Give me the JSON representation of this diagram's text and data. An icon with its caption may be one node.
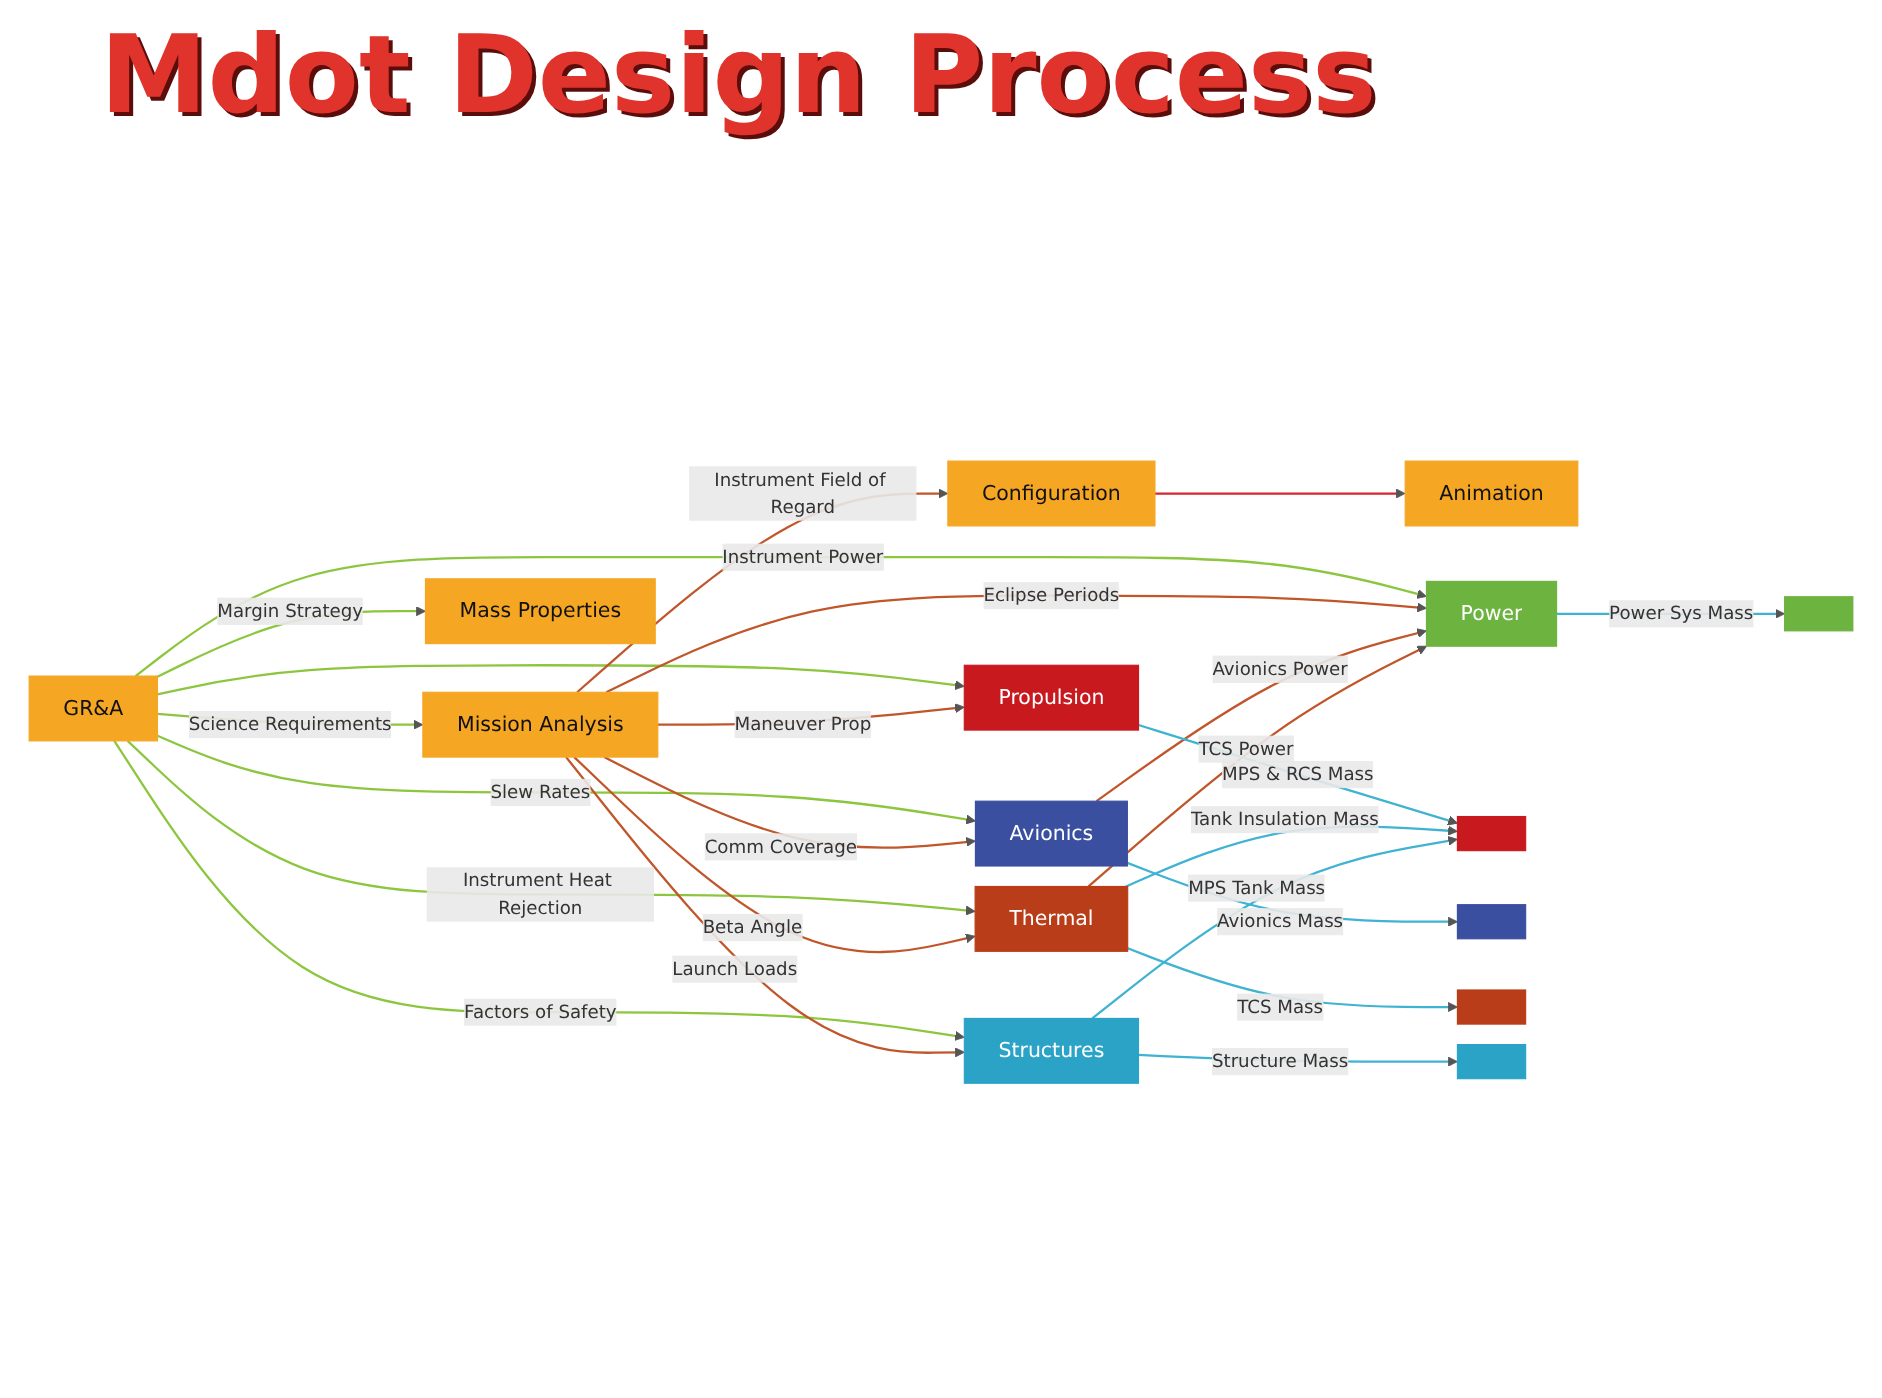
{
  "diagram": {
    "title": "Mdot Design Process",
    "nodes": [
      {
        "text": [
          "GR&A"
        ]
      },
      {
        "text": [
          "Mission Analysis"
        ]
      },
      {
        "text": [
          "Configuration"
        ]
      },
      {
        "text": [
          "Animation"
        ]
      },
      {
        "text": [
          "Propulsion"
        ]
      },
      {
        "text": [
          "Avionics"
        ]
      },
      {
        "text": [
          "Power"
        ]
      },
      {
        "text": [
          "Thermal"
        ]
      },
      {
        "text": [
          "Structures"
        ]
      },
      {
        "text": [
          "Mass Properties"
        ]
      },
      {
        "text": [],
        "shape": "box"
      },
      {
        "text": [],
        "shape": "box"
      },
      {
        "text": [],
        "shape": "box"
      },
      {
        "text": [],
        "shape": "box"
      },
      {
        "text": [],
        "shape": "box"
      }
    ],
    "edges": [
      {
        "from": 0,
        "to": 1,
        "arrow": "to",
        "label": "Science Requirements",
        "color": "#8cc63f"
      },
      {
        "from": 0,
        "to": 4,
        "arrow": "to",
        "color": "#8cc63f"
      },
      {
        "from": 0,
        "to": 5,
        "arrow": "to",
        "label": "Slew Rates",
        "color": "#8cc63f"
      },
      {
        "from": 0,
        "to": 6,
        "arrow": "to",
        "label": "Instrument Power",
        "color": "#8cc63f"
      },
      {
        "from": 0,
        "to": 7,
        "arrow": "to",
        "label": "Instrument Heat Rejection",
        "color": "#8cc63f"
      },
      {
        "from": 0,
        "to": 8,
        "arrow": "to",
        "label": "Factors of Safety",
        "color": "#8cc63f"
      },
      {
        "from": 0,
        "to": 9,
        "arrow": "to",
        "label": "Margin Strategy",
        "color": "#8cc63f"
      },
      {
        "from": 1,
        "to": 2,
        "arrow": "to",
        "label": "Instrument Field of Regard"
      },
      {
        "from": 1,
        "to": 4,
        "arrow": "to",
        "label": "Maneuver Prop"
      },
      {
        "from": 1,
        "to": 5,
        "arrow": "to",
        "label": "Comm Coverage"
      },
      {
        "from": 1,
        "to": 6,
        "arrow": "to",
        "label": "Eclipse Periods"
      },
      {
        "from": 1,
        "to": 7,
        "arrow": "to",
        "label": "Beta Angle"
      },
      {
        "from": 1,
        "to": 8,
        "arrow": "to",
        "label": "Launch Loads"
      },
      {
        "from": 2,
        "to": 3,
        "arrow": "to",
        "color": "#d22630"
      },
      {
        "from": 5,
        "to": 6,
        "arrow": "to",
        "label": "Avionics Power"
      },
      {
        "from": 7,
        "to": 6,
        "arrow": "to",
        "label": "TCS Power"
      },
      {
        "from": 4,
        "to": 10,
        "arrow": "to",
        "label": "MPS & RCS Mass",
        "color": "#3fb3d1"
      },
      {
        "from": 5,
        "to": 11,
        "arrow": "to",
        "label": "Avionics Mass",
        "color": "#3fb3d1"
      },
      {
        "from": 7,
        "to": 10,
        "arrow": "to",
        "label": "Tank Insulation Mass",
        "color": "#3fb3d1"
      },
      {
        "from": 8,
        "to": 10,
        "arrow": "to",
        "label": "MPS Tank Mass",
        "color": "#3fb3d1"
      },
      {
        "from": 6,
        "to": 12,
        "arrow": "to",
        "label": "Power Sys Mass",
        "color": "#3fb3d1"
      },
      {
        "from": 7,
        "to": 13,
        "arrow": "to",
        "label": "TCS Mass",
        "color": "#3fb3d1"
      },
      {
        "from": 8,
        "to": 14,
        "arrow": "to",
        "label": "Structure Mass",
        "color": "#3fb3d1"
      }
    ]
  }
}
